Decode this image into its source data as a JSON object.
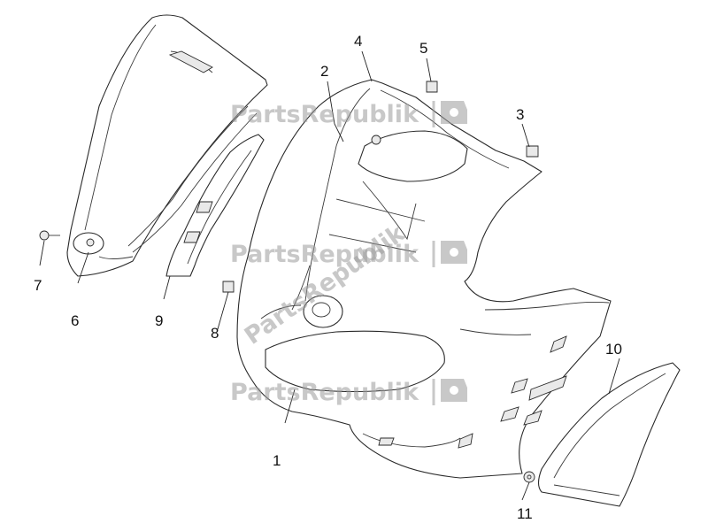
{
  "watermark": {
    "text": "PartsRepublik",
    "color": "#9a9a9a"
  },
  "callouts": [
    {
      "id": "1",
      "label": "1"
    },
    {
      "id": "2",
      "label": "2"
    },
    {
      "id": "3",
      "label": "3"
    },
    {
      "id": "4",
      "label": "4"
    },
    {
      "id": "5",
      "label": "5"
    },
    {
      "id": "6",
      "label": "6"
    },
    {
      "id": "7",
      "label": "7"
    },
    {
      "id": "8",
      "label": "8"
    },
    {
      "id": "9",
      "label": "9"
    },
    {
      "id": "10",
      "label": "10"
    },
    {
      "id": "11",
      "label": "11"
    }
  ],
  "colors": {
    "line": "#2a2a2a",
    "background": "#ffffff"
  }
}
